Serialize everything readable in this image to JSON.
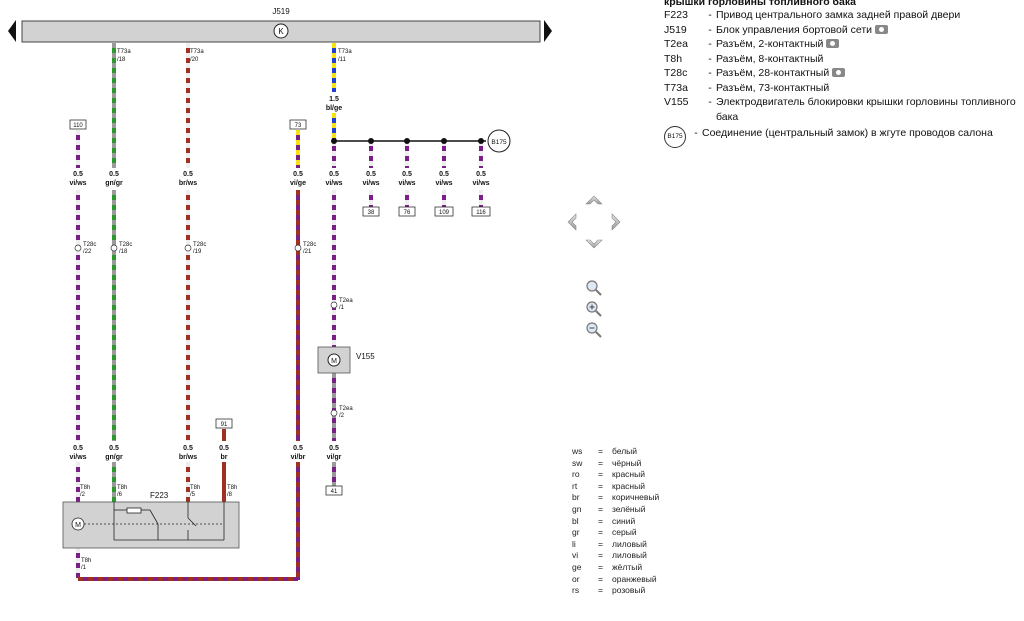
{
  "bus": {
    "label": "J519",
    "center_symbol": "K"
  },
  "nav_arrows": {
    "left": "bus-left-arrow",
    "right": "bus-right-arrow"
  },
  "refs": {
    "r110": "110",
    "r73": "73",
    "r91": "91",
    "r38": "38",
    "r76": "76",
    "r109": "109",
    "r116": "116",
    "r41": "41"
  },
  "connectors": {
    "t73a_18": {
      "name": "T73a",
      "pin": "/18"
    },
    "t73a_20": {
      "name": "T73a",
      "pin": "/20"
    },
    "t73a_11": {
      "name": "T73a",
      "pin": "/11"
    },
    "t28c_22": {
      "name": "T28c",
      "pin": "/22"
    },
    "t28c_18": {
      "name": "T28c",
      "pin": "/18"
    },
    "t28c_19": {
      "name": "T28c",
      "pin": "/19"
    },
    "t28c_21": {
      "name": "T28c",
      "pin": "/21"
    },
    "t2ea_1": {
      "name": "T2ea",
      "pin": "/1"
    },
    "t2ea_2": {
      "name": "T2ea",
      "pin": "/2"
    },
    "t8h_2": {
      "name": "T8h",
      "pin": "/2"
    },
    "t8h_6": {
      "name": "T8h",
      "pin": "/6"
    },
    "t8h_5": {
      "name": "T8h",
      "pin": "/5"
    },
    "t8h_8": {
      "name": "T8h",
      "pin": "/8"
    },
    "t8h_1": {
      "name": "T8h",
      "pin": "/1"
    }
  },
  "wires": {
    "w1": {
      "size": "0.5",
      "color": "vi/ws"
    },
    "w2": {
      "size": "0.5",
      "color": "gn/gr"
    },
    "w3": {
      "size": "0.5",
      "color": "br/ws"
    },
    "w4": {
      "size": "0.5",
      "color": "vi/ge"
    },
    "w5": {
      "size": "0.5",
      "color": "vi/ws"
    },
    "w5top": {
      "size": "1.5",
      "color": "bl/ge"
    },
    "b1": {
      "size": "0.5",
      "color": "vi/ws"
    },
    "b2": {
      "size": "0.5",
      "color": "vi/ws"
    },
    "b3": {
      "size": "0.5",
      "color": "vi/ws"
    },
    "b4": {
      "size": "0.5",
      "color": "vi/ws"
    },
    "l1": {
      "size": "0.5",
      "color": "vi/ws"
    },
    "l2": {
      "size": "0.5",
      "color": "gn/gr"
    },
    "l3": {
      "size": "0.5",
      "color": "br/ws"
    },
    "l4": {
      "size": "0.5",
      "color": "br"
    },
    "l5": {
      "size": "0.5",
      "color": "vi/br"
    },
    "l6": {
      "size": "0.5",
      "color": "vi/gr"
    }
  },
  "components": {
    "f223": "F223",
    "v155": "V155",
    "motor": "M",
    "b175": "B175"
  },
  "legend": {
    "title": "крышки горловины топливного бака",
    "items": [
      {
        "code": "F223",
        "desc": "Привод центрального замка задней правой двери",
        "camera": false
      },
      {
        "code": "J519",
        "desc": "Блок управления бортовой сети",
        "camera": true
      },
      {
        "code": "T2ea",
        "desc": "Разъём, 2-контактный",
        "camera": true
      },
      {
        "code": "T8h",
        "desc": "Разъём, 8-контактный",
        "camera": false
      },
      {
        "code": "T28c",
        "desc": "Разъём, 28-контактный",
        "camera": true
      },
      {
        "code": "T73a",
        "desc": "Разъём, 73-контактный",
        "camera": false
      },
      {
        "code": "V155",
        "desc": "Электродвигатель блокировки крышки горловины топливного бака",
        "camera": false
      }
    ],
    "b175": {
      "code": "B175",
      "desc": "Соединение (центральный замок) в жгуте проводов салона"
    }
  },
  "colors": {
    "sep": "=",
    "items": [
      {
        "abbr": "ws",
        "name": "белый"
      },
      {
        "abbr": "sw",
        "name": "чёрный"
      },
      {
        "abbr": "ro",
        "name": "красный"
      },
      {
        "abbr": "rt",
        "name": "красный"
      },
      {
        "abbr": "br",
        "name": "коричневый"
      },
      {
        "abbr": "gn",
        "name": "зелёный"
      },
      {
        "abbr": "bl",
        "name": "синий"
      },
      {
        "abbr": "gr",
        "name": "серый"
      },
      {
        "abbr": "li",
        "name": "лиловый"
      },
      {
        "abbr": "vi",
        "name": "лиловый"
      },
      {
        "abbr": "ge",
        "name": "жёлтый"
      },
      {
        "abbr": "or",
        "name": "оранжевый"
      },
      {
        "abbr": "rs",
        "name": "розовый"
      }
    ]
  },
  "wire_colors": {
    "vi": "#7a1f86",
    "ws": "#eeeeee",
    "gn": "#2a9a2a",
    "gr": "#9a9a9a",
    "br": "#a03020",
    "ge": "#f5e20f",
    "bl": "#1f3fd6"
  }
}
